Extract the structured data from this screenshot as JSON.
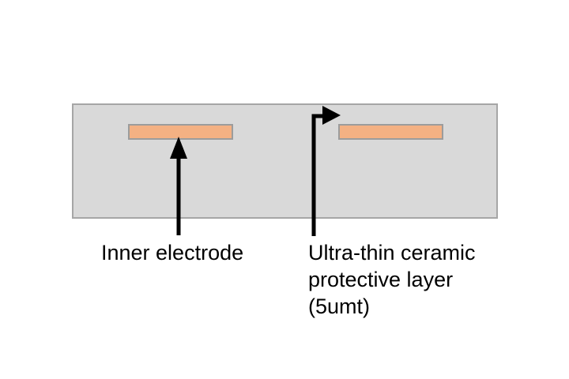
{
  "diagram": {
    "labels": {
      "inner_electrode": "Inner electrode",
      "protective_layer_lines": [
        "Ultra-thin ceramic",
        "protective layer",
        "(5umt)"
      ]
    },
    "colors": {
      "background": "#ffffff",
      "body_fill": "#d9d9d9",
      "body_border": "#a6a6a6",
      "electrode_fill": "#f4b183",
      "electrode_border": "#9c9c9c",
      "arrow": "#000000",
      "text": "#000000"
    }
  }
}
